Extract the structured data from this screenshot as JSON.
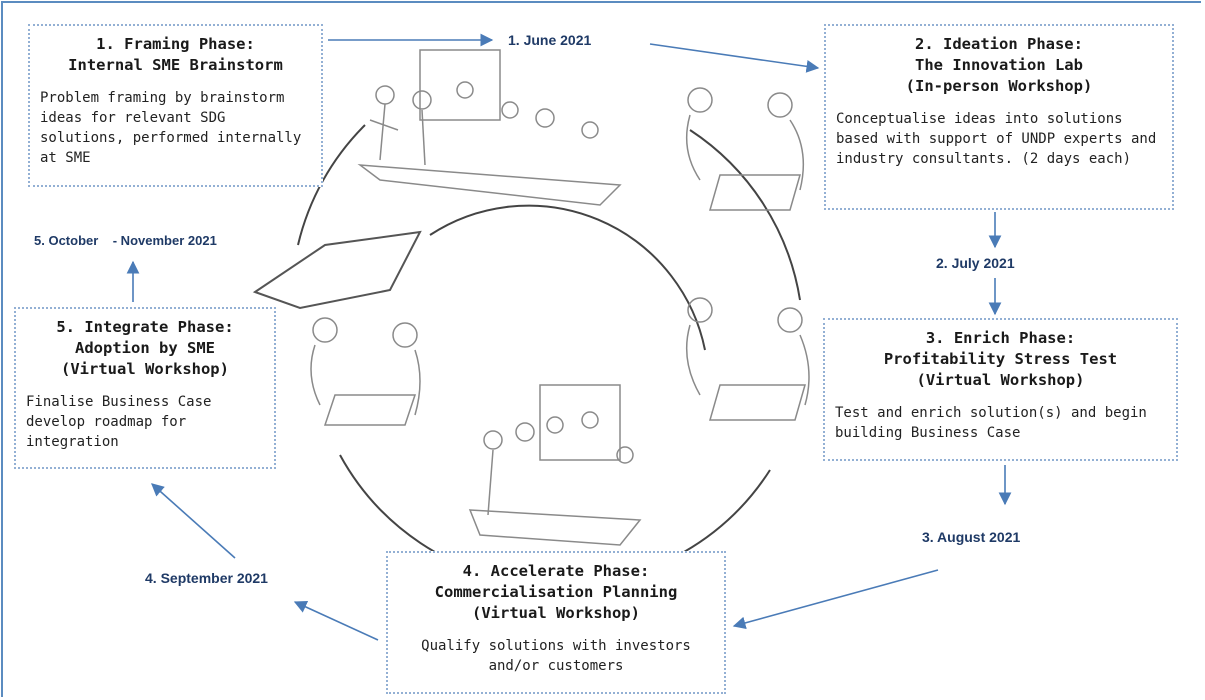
{
  "phases": [
    {
      "title_lines": [
        "1. Framing Phase:",
        "Internal SME Brainstorm"
      ],
      "desc": "Problem framing by brainstorm ideas for relevant SDG solutions, performed internally at SME"
    },
    {
      "title_lines": [
        "2. Ideation Phase:",
        "The Innovation Lab",
        "(In-person Workshop)"
      ],
      "desc": "Conceptualise ideas into solutions based with support of UNDP experts and industry consultants. (2 days each)"
    },
    {
      "title_lines": [
        "3. Enrich Phase:",
        "Profitability Stress Test",
        "(Virtual Workshop)"
      ],
      "desc": "Test and enrich solution(s) and begin building Business Case"
    },
    {
      "title_lines": [
        "4. Accelerate Phase:",
        "Commercialisation Planning",
        "(Virtual Workshop)"
      ],
      "desc": "Qualify solutions with investors and/or customers"
    },
    {
      "title_lines": [
        "5. Integrate Phase:",
        "Adoption by SME",
        "(Virtual Workshop)"
      ],
      "desc": "Finalise Business Case develop roadmap for integration"
    }
  ],
  "dates": {
    "d1": "1. June 2021",
    "d2": "2. July 2021",
    "d3": "3. August 2021",
    "d4": "4. September 2021",
    "d5": "5. October    - November 2021"
  },
  "colors": {
    "arrow": "#4a7bb7",
    "box_border": "#93b0d4",
    "cycle": "#444444",
    "sketch": "#8a8a8a"
  }
}
